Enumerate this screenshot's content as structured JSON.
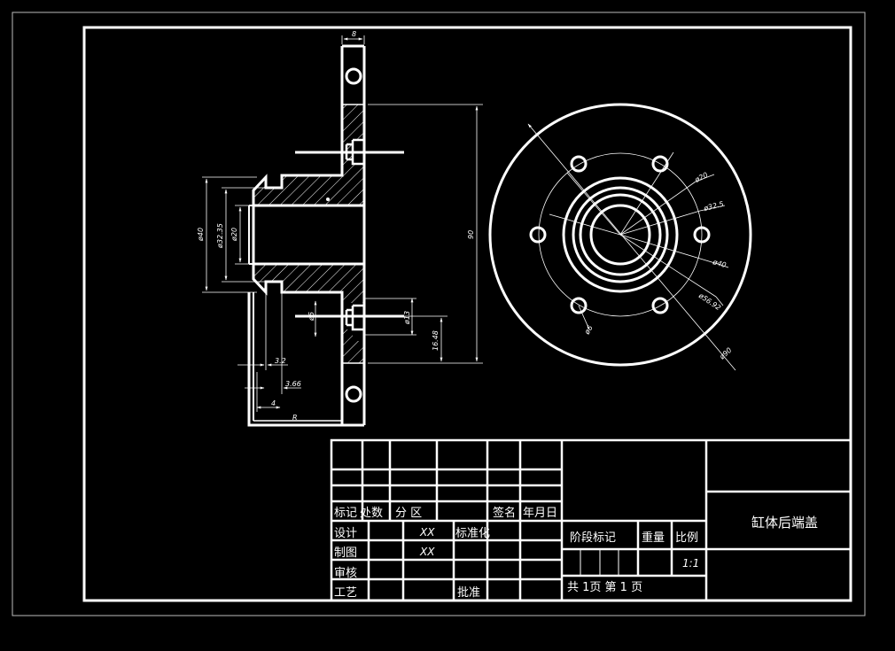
{
  "dimensions": {
    "flange_width": "8",
    "dia_40": "ø40",
    "dia_32_35": "ø32.35",
    "dia_20": "ø20",
    "height_90": "90",
    "dia_13": "ø13",
    "dia_6": "ø6",
    "dist_16_48": "16.48",
    "dim_3_2": "3.2",
    "dim_3_66": "3.66",
    "dim_4": "4",
    "dim_r": "R",
    "circ_dia_20": "ø20",
    "circ_dia_32_5": "ø32.5",
    "circ_dia_40": "ø40",
    "circ_dia_56_92": "ø56.92",
    "circ_dia_90": "ø90",
    "circ_dia_6": "ø6"
  },
  "title_block": {
    "part_name": "缸体后端盖",
    "row_labels": [
      "标记",
      "处数",
      "分 区",
      "签名",
      "年月日"
    ],
    "design": "设计",
    "designer": "XX",
    "standardize": "标准化",
    "draw": "制图",
    "drawer": "XX",
    "check": "审核",
    "craft": "工艺",
    "approve": "批准",
    "stage_mark": "阶段标记",
    "weight": "重量",
    "scale": "比例",
    "scale_value": "1:1",
    "sheets": "共 1页 第 1 页"
  }
}
